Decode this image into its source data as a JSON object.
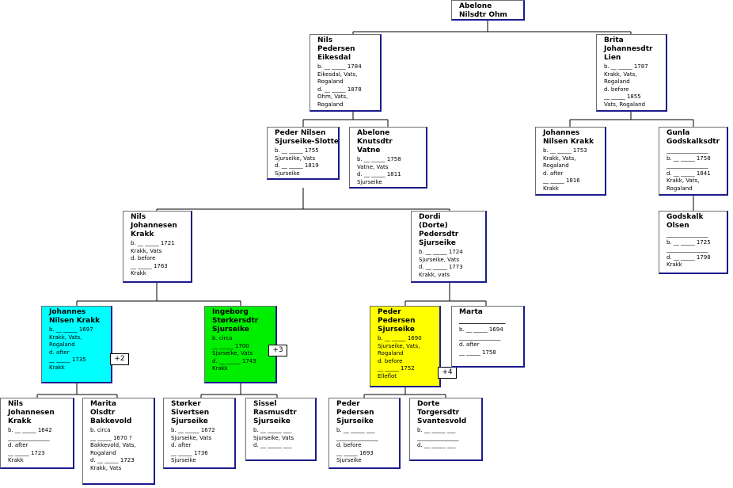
{
  "colors": {
    "line": "#000000",
    "border": "#1c1c8c",
    "cyan": "#00ffff",
    "green": "#00ee00",
    "yellow": "#ffff00"
  },
  "people": {
    "abelone_ohm": {
      "name": "Abelone\nNilsdtr Ohm",
      "details": ""
    },
    "nils_pedersen": {
      "name": "Nils\nPedersen\nEikesdal",
      "details": "b. __ _____ 1784\nEikesdal, Vats,\nRogaland\nd. __ _____ 1878\nOhm, Vats,\nRogaland"
    },
    "brita_lien": {
      "name": "Brita\nJohannesdtr\nLien",
      "details": "b. __ _____ 1787\nKrakk, Vats,\nRogaland\nd. before\n__ _____ 1855\nVats, Rogaland"
    },
    "peder_nilsen": {
      "name": "Peder Nilsen\nSjurseike-Slotte",
      "details": "b. __ _____ 1755\nSjurseike, Vats\nd. __ _____ 1819\nSjurseike"
    },
    "abelone_vatne": {
      "name": "Abelone\nKnutsdtr\nVatne",
      "details": "b. __ _____ 1758\nVatne, Vats\nd. __ _____ 1811\nSjurseike"
    },
    "johannes_krakk": {
      "name": "Johannes\nNilsen Krakk",
      "details": "b. __ _____ 1753\nKrakk, Vats,\nRogaland\nd. after\n__ _____ 1816\nKrakk"
    },
    "gunla": {
      "name": "Gunla\nGodskalksdtr",
      "details": "_______________\nb. __ _____ 1758\n_______________\nd. __ _____ 1841\nKrakk, Vats,\nRogaland"
    },
    "godskalk": {
      "name": "Godskalk\nOlsen",
      "details": "_______________\nb. __ _____ 1725\n_______________\nd. __ _____ 1798\nKrakk"
    },
    "nils_krakk": {
      "name": "Nils\nJohannesen\nKrakk",
      "details": "b. __ _____ 1721\nKrakk, Vats\nd. before\n__ _____ 1763\nKrakk"
    },
    "dordi": {
      "name": "Dordi\n(Dorte)\nPedersdtr\nSjurseike",
      "details": "b. __ _____ 1724\nSjurseike, Vats\nd. __ _____ 1773\nKrakk, vats"
    },
    "johannes_nk": {
      "name": "Johannes\nNilsen Krakk",
      "details": "b. __ _____ 1697\nKrakk, Vats,\nRogaland\nd. after\n__ _____ 1735\nKrakk"
    },
    "ingeborg": {
      "name": "Ingeborg\nStørkersdtr\nSjurseike",
      "details": "b. circa\n__ _____ 1700\nSjurseike, Vats\nd. __ _____ 1743\nKrakk"
    },
    "peder_ps": {
      "name": "Peder\nPedersen\nSjurseike",
      "details": "b. __ _____ 1690\nSjurseike, Vats,\nRogaland\nd. before\n__ _____ 1752\nElleflot"
    },
    "marta": {
      "name": "Marta\n_____________",
      "details": "b. __ _____ 1694\n_______________\nd. after\n__ _____ 1758"
    },
    "nils_jk": {
      "name": "Nils\nJohannesen\nKrakk",
      "details": "b. __ _____ 1642\n_______________\nd. after\n__ _____ 1723\nKrakk"
    },
    "marita": {
      "name": "Marita\nOlsdtr\nBakkevold",
      "details": "b. circa\n__ _____ 1670 ?\nBakkevold, Vats,\nRogaland\nd. __ _____ 1723\nKrakk, Vats"
    },
    "storker": {
      "name": "Størker\nSivertsen\nSjurseike",
      "details": "b. __ _____ 1672\nSjurseike, Vats\nd. after\n__ _____ 1736\nSjurseike"
    },
    "sissel": {
      "name": "Sissel\nRasmusdtr\nSjurseike",
      "details": "b. __ _____ ___\nSjurseike, Vats\nd. __ _____ ___"
    },
    "peder_pp": {
      "name": "Peder\nPedersen\nSjurseike",
      "details": "b. __ _____ ___\n_______________\nd. before\n__ _____ 1693\nSjurseike"
    },
    "dorte": {
      "name": "Dorte\nTorgersdtr\nSvantesvold",
      "details": "b. __ _____ ___\n_______________\nd. __ _____ ___"
    }
  },
  "badges": {
    "johannes_nk": "+2",
    "ingeborg": "+3",
    "peder_ps": "+4"
  }
}
